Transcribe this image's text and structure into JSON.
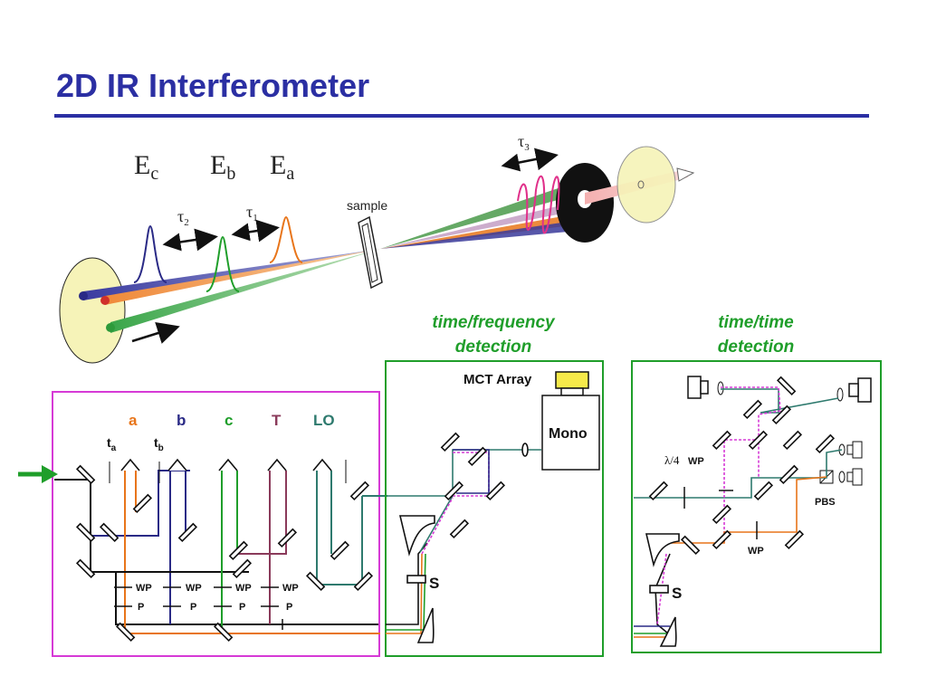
{
  "title": "2D IR Interferometer",
  "top": {
    "fields": [
      "E",
      "E",
      "E"
    ],
    "field_subs": [
      "c",
      "b",
      "a"
    ],
    "tau2": "τ",
    "tau2_sub": "2",
    "tau1": "τ",
    "tau1_sub": "1",
    "tau3": "τ",
    "tau3_sub": "3",
    "sample": "sample"
  },
  "headings": {
    "tf_line1": "time/frequency",
    "tf_line2": "detection",
    "tt_line1": "time/time",
    "tt_line2": "detection"
  },
  "left_box": {
    "beams": [
      "a",
      "b",
      "c",
      "T",
      "LO"
    ],
    "t_a": "t",
    "t_a_sub": "a",
    "t_b": "t",
    "t_b_sub": "b",
    "wp": "WP",
    "p": "P"
  },
  "mid_box": {
    "mct": "MCT Array",
    "mono": "Mono",
    "s": "S"
  },
  "right_box": {
    "quarter_wave": "λ/4",
    "wp": "WP",
    "pbs": "PBS",
    "wp2": "WP",
    "s": "S"
  },
  "colors": {
    "title": "#2b2fa3",
    "a": "#e8751a",
    "b": "#2a2a86",
    "c": "#1f9e2a",
    "T": "#8a3a5a",
    "LO": "#2e7a6e",
    "magenta_box": "#d63ad6",
    "green_box": "#1f9e2a",
    "pulse_magenta": "#e0308a"
  }
}
